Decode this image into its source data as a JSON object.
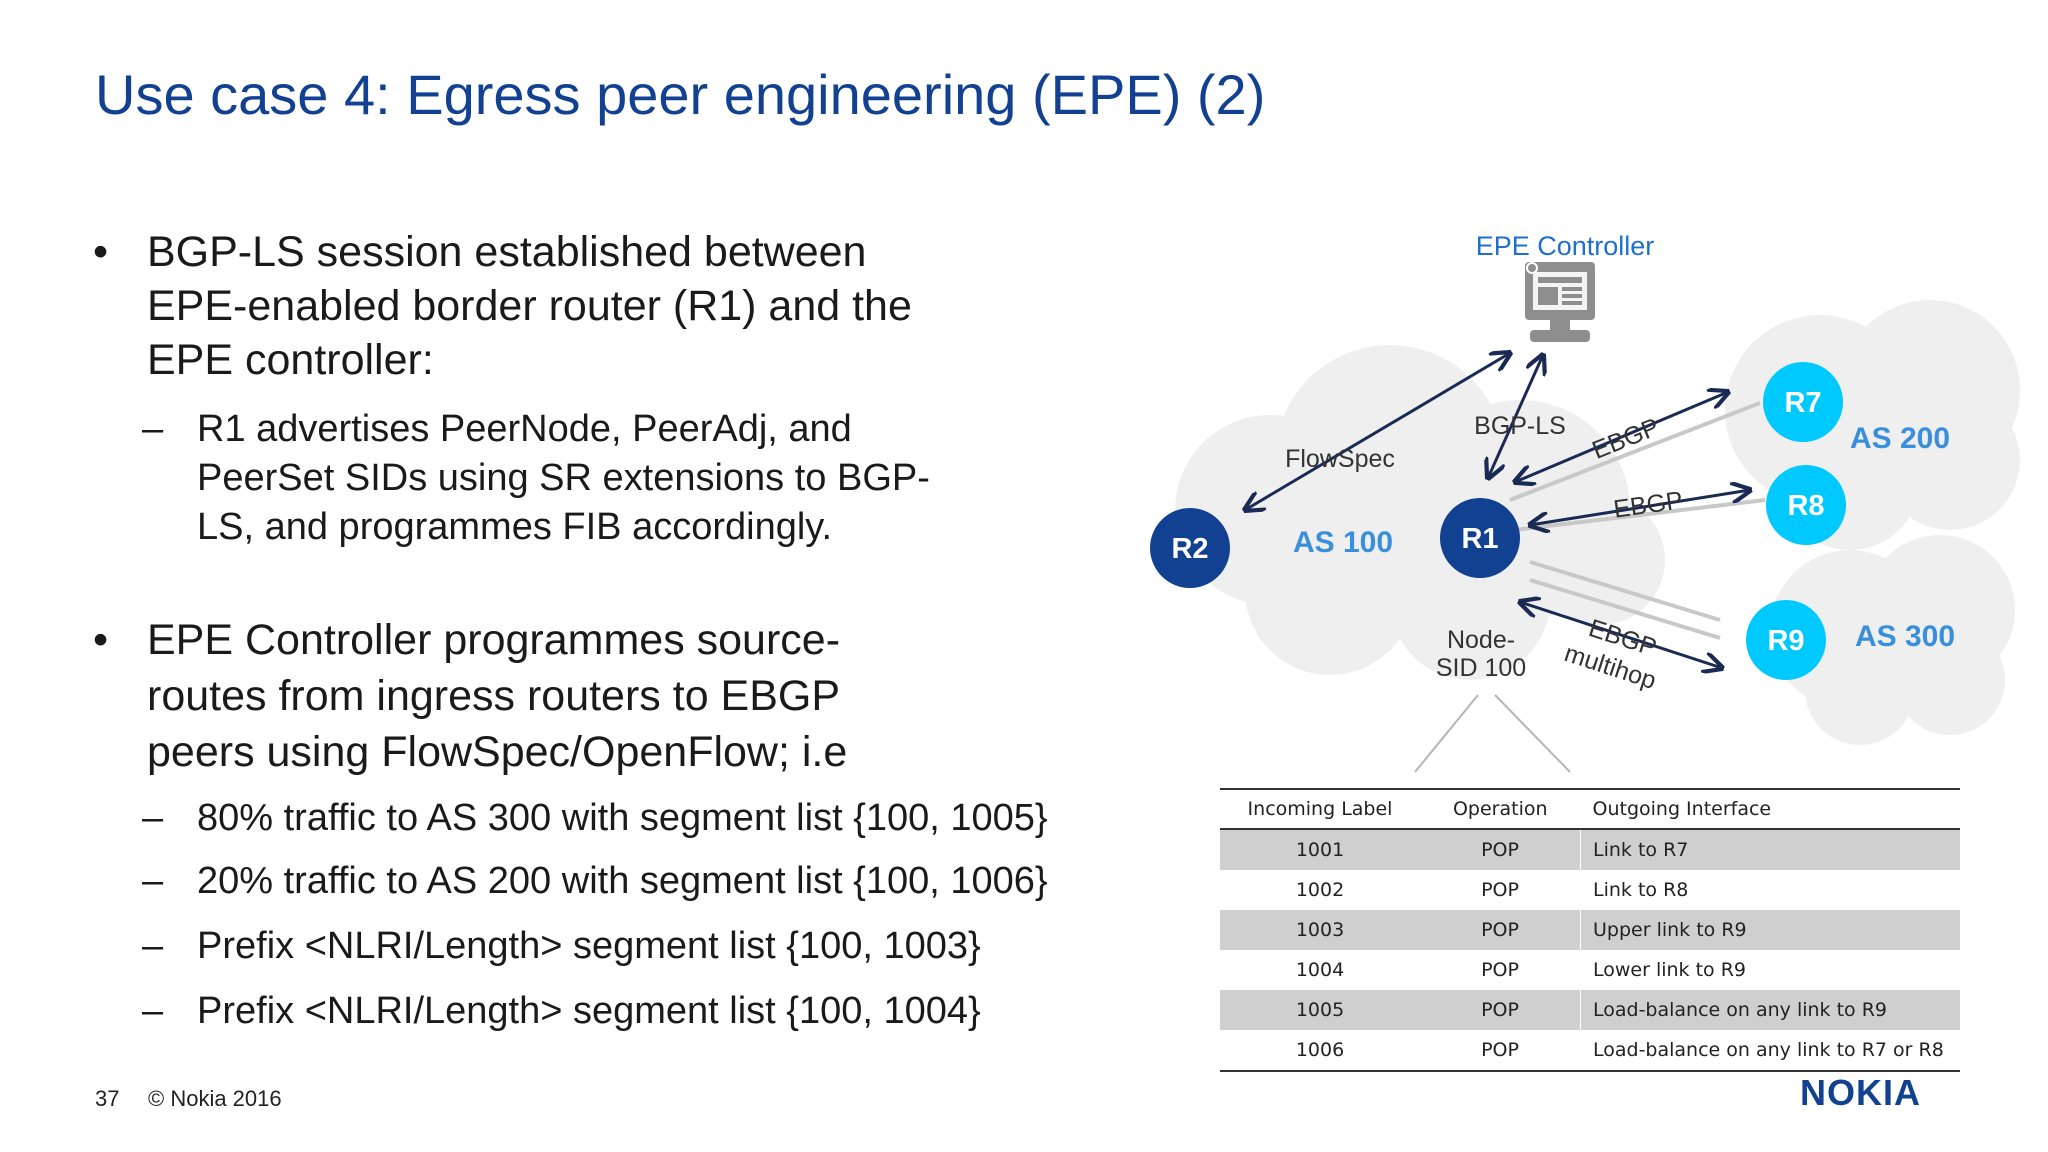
{
  "title": "Use case 4: Egress peer engineering (EPE) (2)",
  "bullets": {
    "b1": "BGP-LS session established between EPE-enabled border router (R1) and the EPE controller:",
    "b1_sub": "R1 advertises PeerNode, PeerAdj, and PeerSet SIDs using SR extensions to BGP-LS, and programmes FIB accordingly.",
    "b2": "EPE Controller programmes source-routes from ingress routers to EBGP peers using FlowSpec/OpenFlow; i.e",
    "b2_subs": [
      "80% traffic to AS 300 with segment list {100, 1005}",
      "20% traffic to AS 200 with segment list {100, 1006}",
      "Prefix <NLRI/Length> segment list {100, 1003}",
      "Prefix <NLRI/Length> segment list {100, 1004}"
    ],
    "bullet_glyph": "•",
    "dash_glyph": "–"
  },
  "diagram": {
    "controller_label": "EPE Controller",
    "nodes": {
      "r1": "R1",
      "r2": "R2",
      "r7": "R7",
      "r8": "R8",
      "r9": "R9"
    },
    "as_labels": {
      "as100": "AS 100",
      "as200": "AS 200",
      "as300": "AS 300"
    },
    "link_labels": {
      "flowspec": "FlowSpec",
      "bgpls": "BGP-LS",
      "ebgp1": "EBGP",
      "ebgp2": "EBGP",
      "ebgp3": "EBGP",
      "multihop": "multihop"
    },
    "node_sid": {
      "line1": "Node-",
      "line2": "SID 100"
    },
    "colors": {
      "dark_node": "#124191",
      "light_node": "#00c9ff",
      "as_text": "#3a8fdc",
      "controller_text": "#1e6fd0",
      "arrow": "#1a2a55",
      "cloud": "#eeeeee"
    }
  },
  "table": {
    "headers": [
      "Incoming Label",
      "Operation",
      "Outgoing Interface"
    ],
    "rows": [
      [
        "1001",
        "POP",
        "Link to R7"
      ],
      [
        "1002",
        "POP",
        "Link to R8"
      ],
      [
        "1003",
        "POP",
        "Upper link to R9"
      ],
      [
        "1004",
        "POP",
        "Lower link to R9"
      ],
      [
        "1005",
        "POP",
        "Load-balance on any link to R9"
      ],
      [
        "1006",
        "POP",
        "Load-balance on any link to R7 or R8"
      ]
    ]
  },
  "footer": {
    "page_number": "37",
    "copyright": "© Nokia 2016",
    "logo": "NOKIA"
  }
}
